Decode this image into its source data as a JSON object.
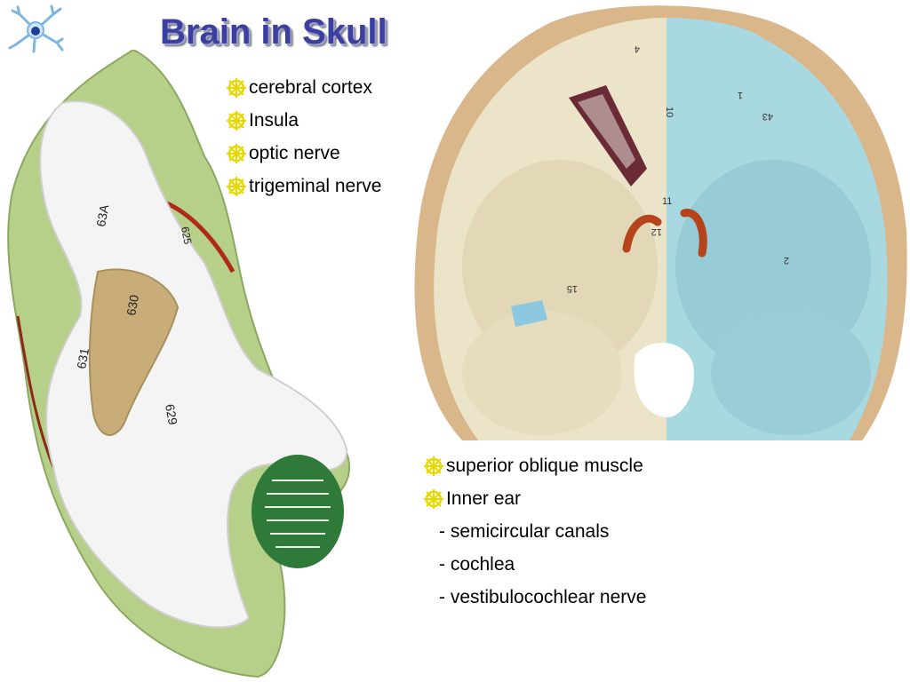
{
  "slide": {
    "title": "Brain in Skull",
    "top_bullets": [
      "cerebral cortex",
      "Insula",
      "optic nerve",
      "trigeminal nerve"
    ],
    "bottom_bullets": [
      "superior oblique muscle",
      "Inner ear"
    ],
    "sub_items": [
      "- semicircular canals",
      "- cochlea",
      "- vestibulocochlear nerve"
    ],
    "brain_labels": [
      "631",
      "63A",
      "630",
      "629",
      "625"
    ],
    "skull_labels": [
      "10",
      "11",
      "12",
      "15",
      "4",
      "43",
      "1",
      "2"
    ]
  },
  "colors": {
    "title": "#3a3fa0",
    "bullet_icon": "#e8d800",
    "brain_white_matter": "#f4f4f4",
    "brain_gray_matter": "#b6d08a",
    "insula": "#c8ad78",
    "skull_left": "#ece4c8",
    "skull_right": "#a8d8e0",
    "cerebellum": "#2f7a38"
  },
  "icons": {
    "logo": "neuron-icon",
    "bullet": "wheel-bullet-icon"
  }
}
